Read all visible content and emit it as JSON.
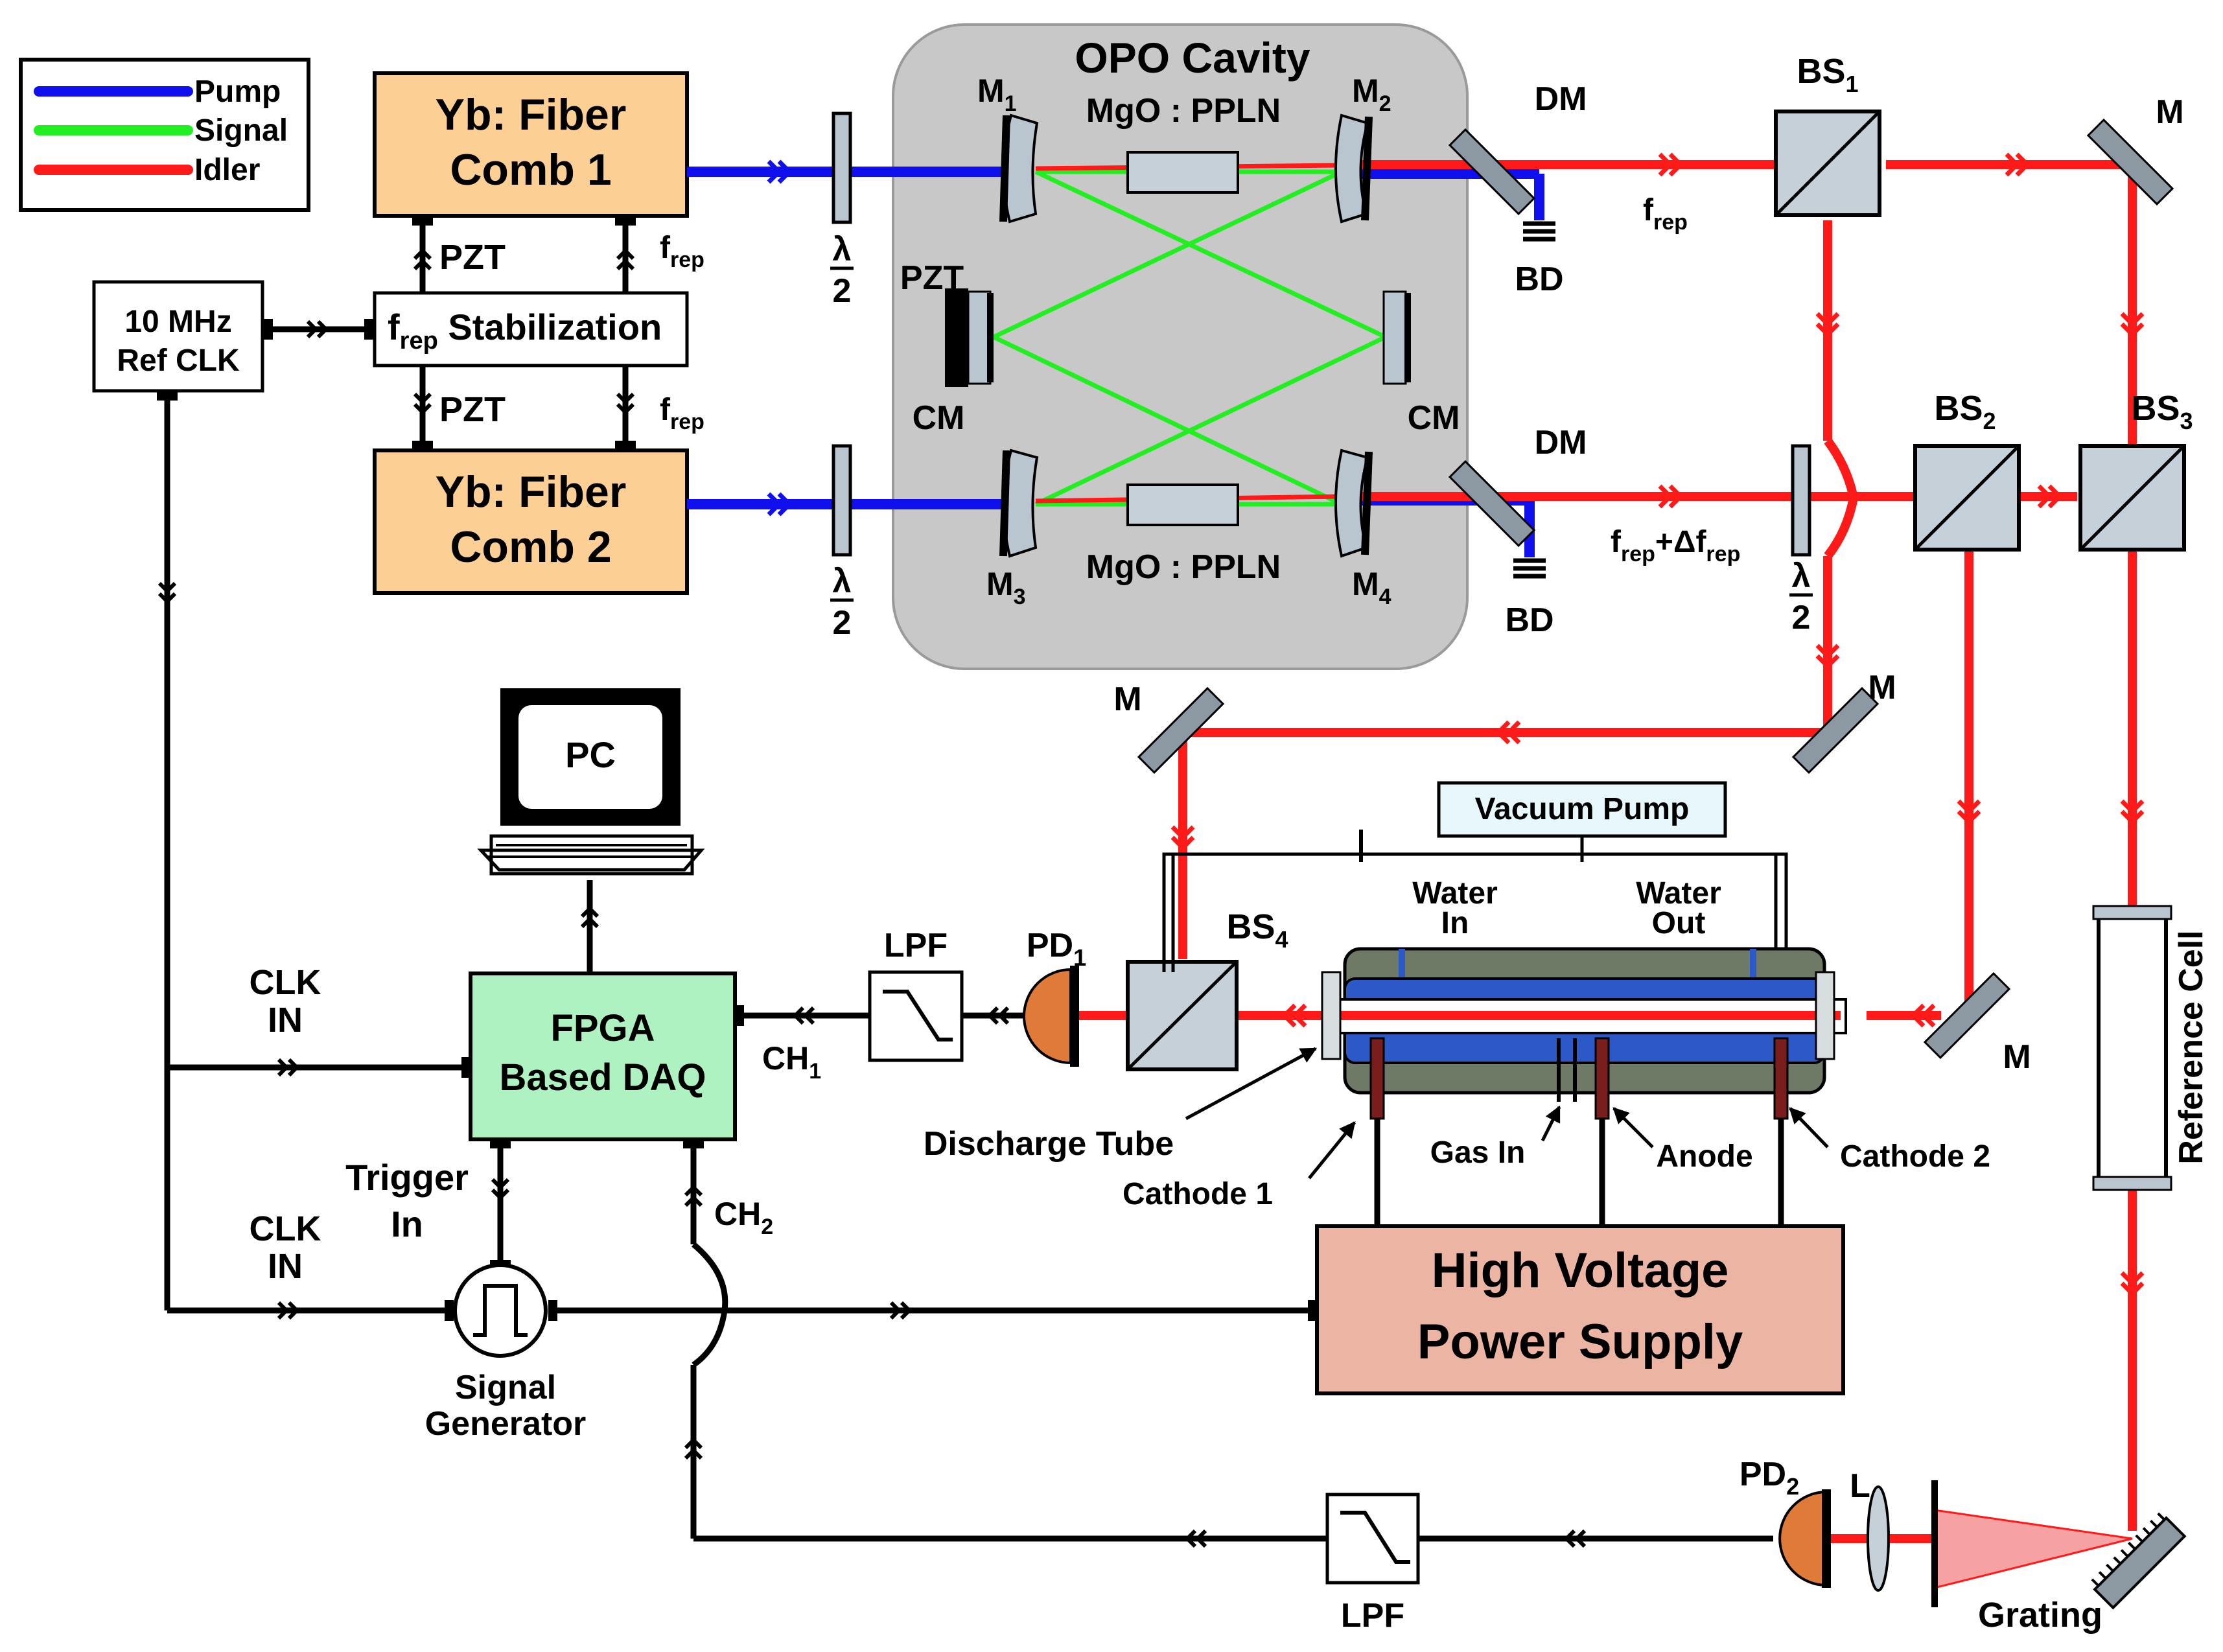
{
  "legend": {
    "pump": "Pump",
    "signal": "Signal",
    "idler": "Idler"
  },
  "colors": {
    "pump": "#1010ee",
    "signal": "#22ee22",
    "idler": "#ff1a1a",
    "comb": "#fcd095",
    "daq": "#aef2c2",
    "hv": "#ecb5a3",
    "cavity": "#c8c8c8",
    "optic": "#b9c6d0",
    "tube_outer": "#6e7a66",
    "tube_inner": "#2c58c8",
    "pd": "#e07a38",
    "grating_beam": "#f7a2a2"
  },
  "comb1": {
    "line1": "Yb: Fiber",
    "line2": "Comb 1"
  },
  "comb2": {
    "line1": "Yb: Fiber",
    "line2": "Comb 2"
  },
  "ref_clk": {
    "line1": "10 MHz",
    "line2": "Ref CLK"
  },
  "stab": {
    "f": "f",
    "sub": "rep",
    "text": " Stabilization"
  },
  "pzt": "PZT",
  "frep": {
    "f": "f",
    "sub": "rep"
  },
  "half_wave": {
    "num": "λ",
    "den": "2"
  },
  "opo": {
    "title": "OPO Cavity",
    "crystal": "MgO : PPLN",
    "pzt": "PZT",
    "cm": "CM",
    "m1": "M",
    "m1s": "1",
    "m2": "M",
    "m2s": "2",
    "m3": "M",
    "m3s": "3",
    "m4": "M",
    "m4s": "4"
  },
  "dm": "DM",
  "bd": "BD",
  "frep_label": {
    "f": "f",
    "sub": "rep"
  },
  "frep_dfrep_label": {
    "f1": "f",
    "s1": "rep",
    "plus": "+Δf",
    "s2": "rep"
  },
  "bs1": {
    "t": "BS",
    "s": "1"
  },
  "bs2": {
    "t": "BS",
    "s": "2"
  },
  "bs3": {
    "t": "BS",
    "s": "3"
  },
  "bs4": {
    "t": "BS",
    "s": "4"
  },
  "mirror": "M",
  "pc": "PC",
  "daq": {
    "line1": "FPGA",
    "line2": "Based DAQ"
  },
  "clk_in": {
    "line1": "CLK",
    "line2": "IN"
  },
  "trigger": {
    "line1": "Trigger",
    "line2": "In"
  },
  "ch1": {
    "t": "CH",
    "s": "1"
  },
  "ch2": {
    "t": "CH",
    "s": "2"
  },
  "lpf": "LPF",
  "pd1": {
    "t": "PD",
    "s": "1"
  },
  "pd2": {
    "t": "PD",
    "s": "2"
  },
  "lens": "L",
  "grating": "Grating",
  "siggen": {
    "line1": "Signal",
    "line2": "Generator"
  },
  "vacuum": "Vacuum Pump",
  "water_in": {
    "line1": "Water",
    "line2": "In"
  },
  "water_out": {
    "line1": "Water",
    "line2": "Out"
  },
  "discharge_tube": "Discharge Tube",
  "cathode1": "Cathode 1",
  "cathode2": "Cathode 2",
  "gas_in": "Gas In",
  "anode": "Anode",
  "hv": {
    "line1": "High Voltage",
    "line2": "Power Supply"
  },
  "ref_cell": "Reference Cell"
}
